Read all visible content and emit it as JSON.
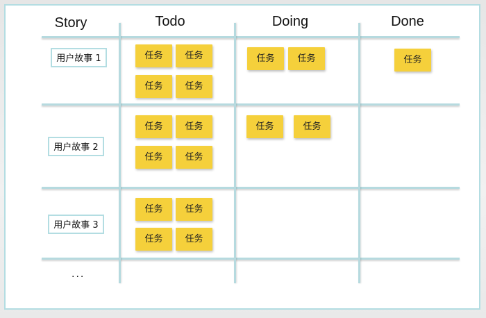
{
  "board": {
    "columns": [
      "Story",
      "Todo",
      "Doing",
      "Done"
    ],
    "stories": [
      "用户故事 1",
      "用户故事 2",
      "用户故事 3"
    ],
    "more_rows": "...",
    "task_label": "任务",
    "rows": [
      {
        "story": "用户故事 1",
        "todo": 4,
        "doing": 2,
        "done": 1
      },
      {
        "story": "用户故事 2",
        "todo": 4,
        "doing": 2,
        "done": 0
      },
      {
        "story": "用户故事 3",
        "todo": 4,
        "doing": 0,
        "done": 0
      }
    ]
  },
  "colors": {
    "grid_line": "#b6dadf",
    "task_card": "#f5d03b",
    "frame_border": "#b3dde2"
  },
  "tasks": {
    "r1_todo_1": "任务",
    "r1_todo_2": "任务",
    "r1_todo_3": "任务",
    "r1_todo_4": "任务",
    "r1_doing_1": "任务",
    "r1_doing_2": "任务",
    "r1_done_1": "任务",
    "r2_todo_1": "任务",
    "r2_todo_2": "任务",
    "r2_todo_3": "任务",
    "r2_todo_4": "任务",
    "r2_doing_1": "任务",
    "r2_doing_2": "任务",
    "r3_todo_1": "任务",
    "r3_todo_2": "任务",
    "r3_todo_3": "任务",
    "r3_todo_4": "任务"
  }
}
